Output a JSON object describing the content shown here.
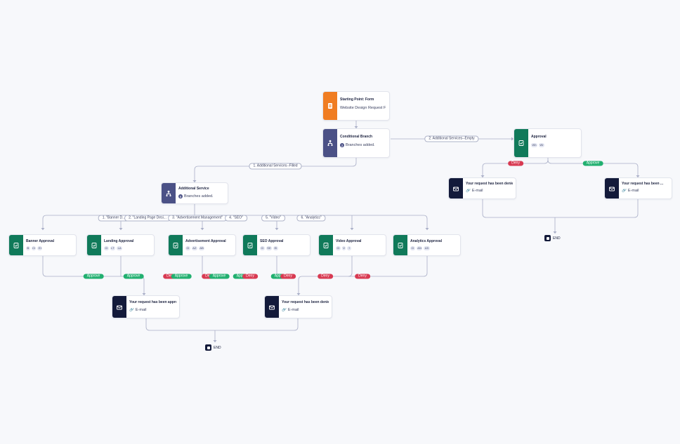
{
  "colors": {
    "form": "#f07d22",
    "branch": "#4b5186",
    "approval": "#107a5a",
    "email": "#131a3a",
    "approve": "#22b070",
    "deny": "#d83a52",
    "wire": "#a9aec7"
  },
  "nodes": {
    "start": {
      "title": "Starting Point: Form",
      "sub": "Website Design Request F",
      "icon": "form-icon"
    },
    "cond": {
      "title": "Conditional Branch",
      "badge": "2",
      "sub": "Branches added.",
      "icon": "branch-icon"
    },
    "approval_r": {
      "title": "Approval",
      "chips": [
        "Wh",
        "Wr"
      ],
      "icon": "approval-icon"
    },
    "denied_r1": {
      "title": "Your request has been denied.",
      "sub": "E-mail",
      "icon": "email-icon"
    },
    "denied_r2": {
      "title": "Your request has been ...",
      "sub": "E-mail",
      "icon": "email-icon"
    },
    "addl": {
      "title": "Additional Service",
      "badge": "6",
      "sub": "Branches added.",
      "icon": "branch-icon"
    },
    "banner": {
      "title": "Banner Approval",
      "chips": [
        "B",
        "Cl",
        "EI"
      ],
      "icon": "approval-icon"
    },
    "landing": {
      "title": "Landing Approval",
      "chips": [
        "Cl",
        "LT",
        "LA"
      ],
      "icon": "approval-icon"
    },
    "adv": {
      "title": "Advertisement Approval",
      "chips": [
        "Cl",
        "AZ",
        "AB"
      ],
      "icon": "approval-icon"
    },
    "seo": {
      "title": "SEO Approval",
      "chips": [
        "Cl",
        "SE",
        "EI"
      ],
      "icon": "approval-icon"
    },
    "video": {
      "title": "Video Approval",
      "chips": [
        "Cl",
        "V",
        "+"
      ],
      "icon": "approval-icon"
    },
    "analytics": {
      "title": "Analytics Approval",
      "chips": [
        "Cl",
        "AN",
        "AS"
      ],
      "icon": "approval-icon"
    },
    "approved": {
      "title": "Your request has been appro...",
      "sub": "E-mail",
      "icon": "email-icon"
    },
    "denied_l": {
      "title": "Your request has been denied.",
      "sub": "E-mail",
      "icon": "email-icon"
    }
  },
  "labels": {
    "additional_empty": "2. Additional Services--Empty",
    "additional_filled": "1. Additional Services--Filled",
    "b1": "1. \"Banner D...",
    "b2": "2. \"Landing Page Desi...",
    "b3": "3. \"Advertisement Management\"",
    "b4": "4. \"SEO\"",
    "b5": "5. \"Video\"",
    "b6": "6. \"Analytics\""
  },
  "decisions": {
    "approve": "Approve",
    "deny": "Deny"
  },
  "end_label": "END"
}
